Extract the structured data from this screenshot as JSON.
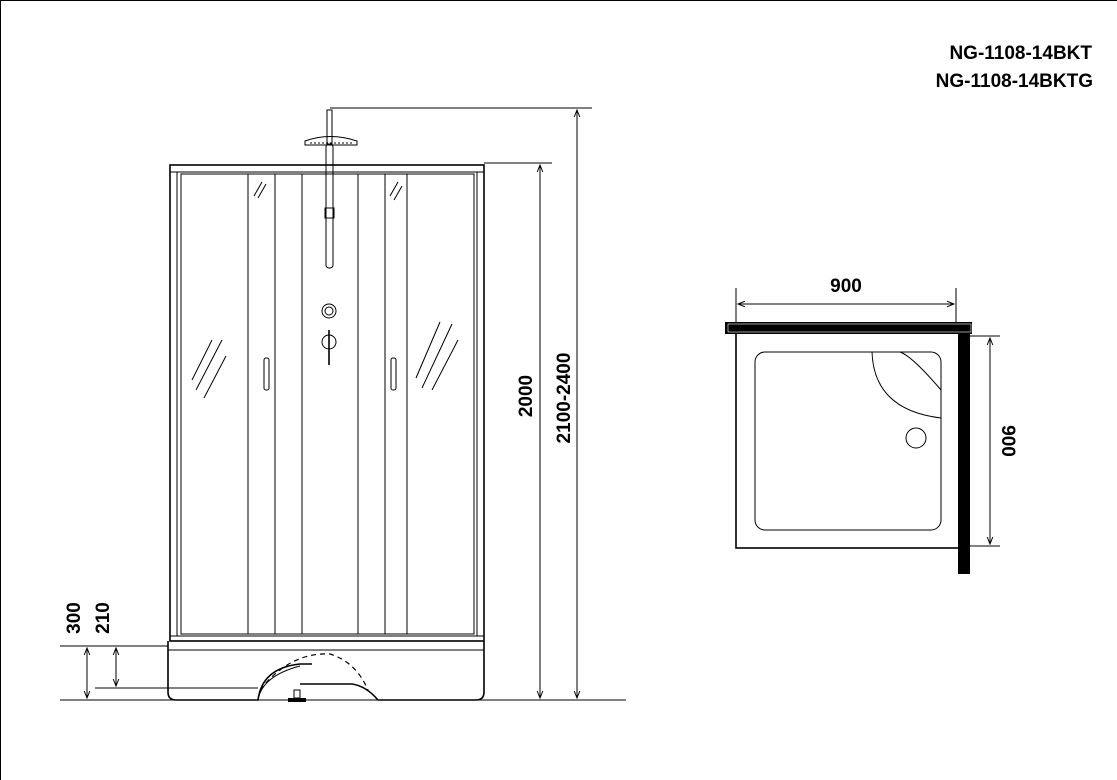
{
  "models": [
    "NG-1108-14BKT",
    "NG-1108-14BKTG"
  ],
  "front_view": {
    "dims": {
      "cabin_height": "2000",
      "total_height_range": "2100-2400",
      "tray_height": "300",
      "tray_inner_height": "210"
    }
  },
  "top_view": {
    "dims": {
      "width": "900",
      "depth": "900"
    }
  },
  "colors": {
    "line": "#000000",
    "background": "#ffffff"
  }
}
